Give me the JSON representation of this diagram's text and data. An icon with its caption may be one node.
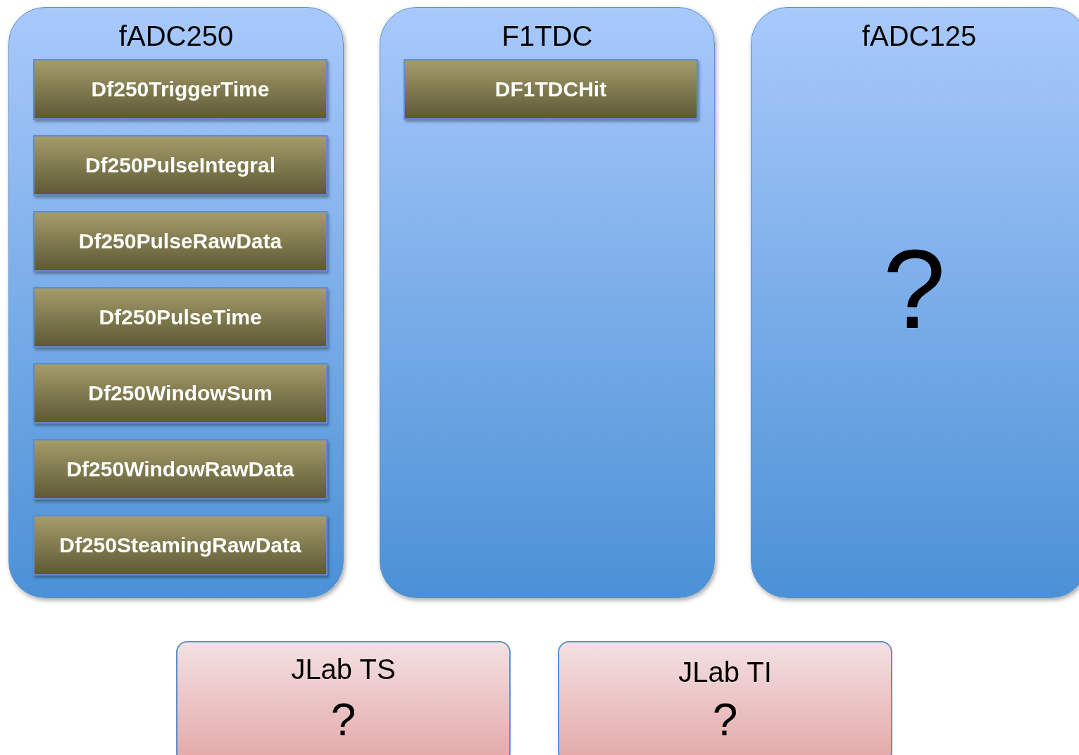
{
  "diagram": {
    "nodes": [
      {
        "text": [
          "fADC250"
        ]
      },
      {
        "text": [
          "Df250TriggerTime"
        ],
        "in": 0
      },
      {
        "text": [
          "Df250PulseIntegral"
        ],
        "in": 0
      },
      {
        "text": [
          "Df250PulseRawData"
        ],
        "in": 0
      },
      {
        "text": [
          "Df250PulseTime"
        ],
        "in": 0
      },
      {
        "text": [
          "Df250WindowSum"
        ],
        "in": 0
      },
      {
        "text": [
          "Df250WindowRawData"
        ],
        "in": 0
      },
      {
        "text": [
          "Df250SteamingRawData"
        ],
        "in": 0
      },
      {
        "text": [
          "F1TDC"
        ]
      },
      {
        "text": [
          "DF1TDCHit"
        ],
        "in": 8
      },
      {
        "text": [
          "fADC125",
          "?"
        ]
      },
      {
        "text": [
          "JLab TS",
          "?"
        ]
      },
      {
        "text": [
          "JLab TI",
          "?"
        ]
      }
    ]
  }
}
